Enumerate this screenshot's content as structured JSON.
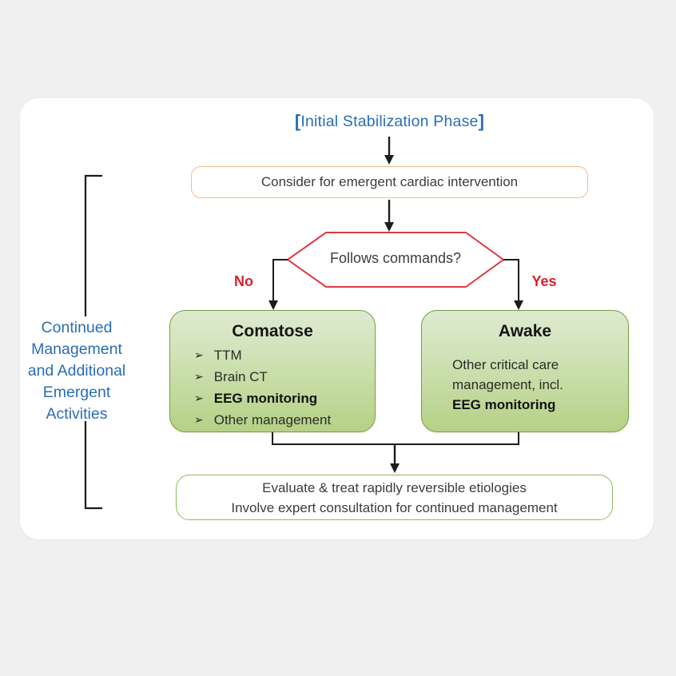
{
  "canvas": {
    "background": "#f0f0f1",
    "card_background": "#ffffff"
  },
  "colors": {
    "blue_text": "#2a6db6",
    "red_text": "#d2232e",
    "hexagon_border": "#dd3944",
    "orange_border": "#f4be84",
    "green_box_border": "#77a23f",
    "green_box_fill_top": "#dcead0",
    "green_box_fill_bottom": "#b5d185",
    "evaluate_border": "#8dba5e",
    "connector_line": "#1c1c1c"
  },
  "header": {
    "bracket_left": "[",
    "title": "Initial Stabilization Phase",
    "bracket_right": "]"
  },
  "side_label": {
    "lines": [
      "Continued",
      "Management",
      "and Additional",
      "Emergent",
      "Activities"
    ]
  },
  "flow": {
    "cardiac_box": {
      "label": "Consider for emergent cardiac intervention"
    },
    "decision": {
      "question": "Follows commands?",
      "no_label": "No",
      "yes_label": "Yes"
    },
    "comatose_box": {
      "title": "Comatose",
      "bullet": "➢",
      "items": [
        "TTM",
        "Brain CT",
        "EEG monitoring",
        "Other management"
      ]
    },
    "awake_box": {
      "title": "Awake",
      "lines": [
        "Other critical care",
        "management, incl.",
        "EEG monitoring"
      ]
    },
    "evaluate_box": {
      "lines": [
        "Evaluate & treat rapidly reversible etiologies",
        "Involve expert consultation for continued management"
      ]
    }
  }
}
